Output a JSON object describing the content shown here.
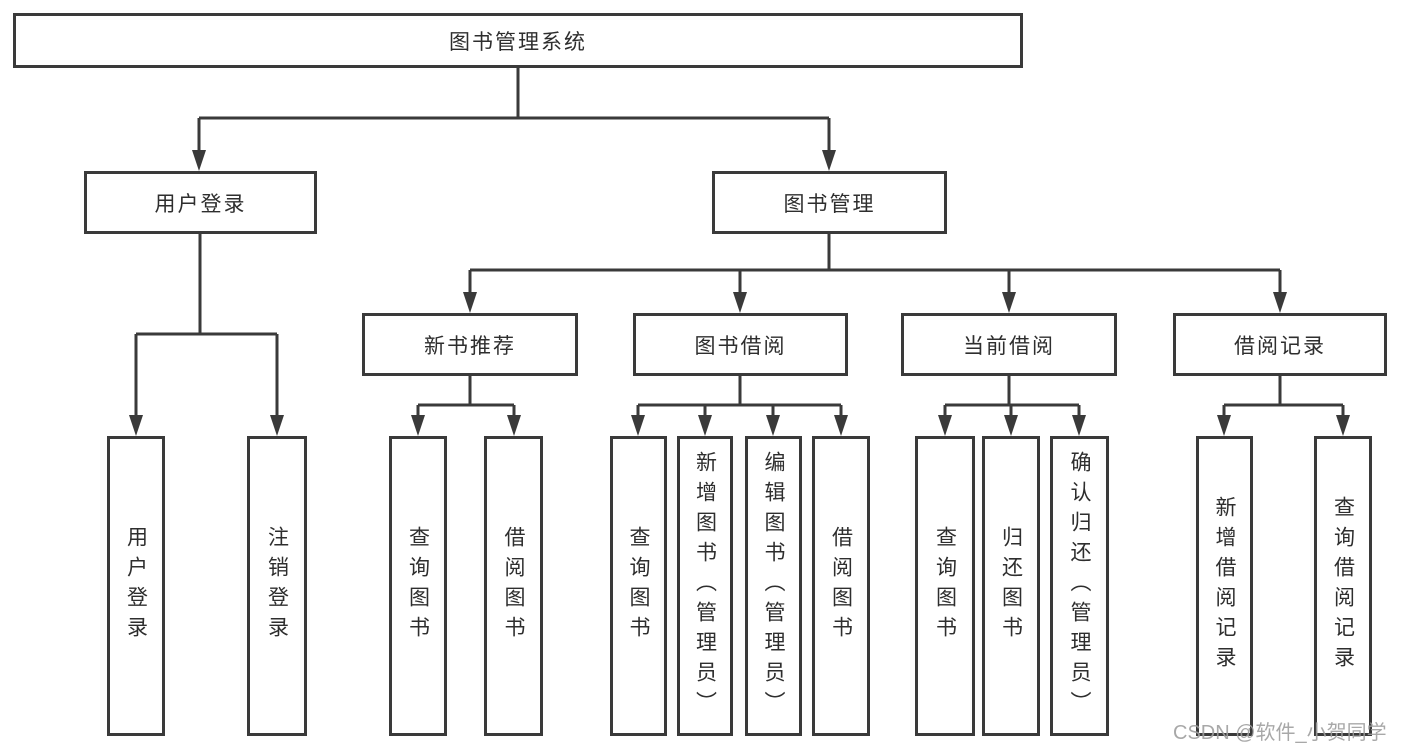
{
  "tree": {
    "label": "图书管理系统",
    "children": [
      {
        "label": "用户登录",
        "children": [
          {
            "label": "用户登录"
          },
          {
            "label": "注销登录"
          }
        ]
      },
      {
        "label": "图书管理",
        "children": [
          {
            "label": "新书推荐",
            "children": [
              {
                "label": "查询图书"
              },
              {
                "label": "借阅图书"
              }
            ]
          },
          {
            "label": "图书借阅",
            "children": [
              {
                "label": "查询图书"
              },
              {
                "label": "新增图书（管理员）"
              },
              {
                "label": "编辑图书（管理员）"
              },
              {
                "label": "借阅图书"
              }
            ]
          },
          {
            "label": "当前借阅",
            "children": [
              {
                "label": "查询图书"
              },
              {
                "label": "归还图书"
              },
              {
                "label": "确认归还（管理员）"
              }
            ]
          },
          {
            "label": "借阅记录",
            "children": [
              {
                "label": "新增借阅记录"
              },
              {
                "label": "查询借阅记录"
              }
            ]
          }
        ]
      }
    ]
  },
  "watermark": {
    "text": "CSDN @软件_小贺同学"
  },
  "colors": {
    "line": "#3a3a3a",
    "border": "#3a3a3a",
    "text": "#2e2e2e",
    "watermark": "#9e9e9e",
    "background": "#ffffff"
  }
}
